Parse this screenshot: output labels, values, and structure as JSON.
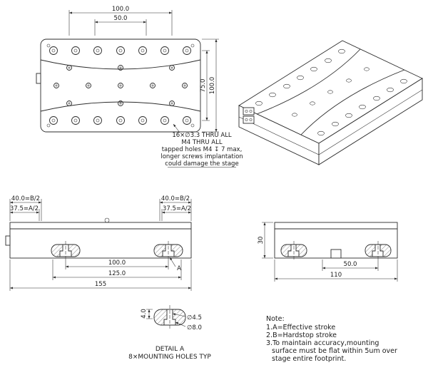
{
  "drawing": {
    "colors": {
      "line": "#2b2b2b",
      "background": "#ffffff"
    },
    "top_view": {
      "dim_width_100": "100.0",
      "dim_width_50": "50.0",
      "dim_height_75": "75.0",
      "dim_height_100": "100.0"
    },
    "hole_callout": {
      "line1": "16×∅3.3 THRU ALL",
      "line2": "M4 THRU ALL",
      "line3": "tapped holes M4 ↧ 7 max,",
      "line4": "longer screws implantation",
      "line5": "could damage the stage"
    },
    "front_view": {
      "dim_b_left": "40.0=B/2",
      "dim_a_left": "37.5=A/2",
      "dim_b_right": "40.0=B/2",
      "dim_a_right": "37.5=A/2",
      "dim_100": "100.0",
      "dim_125": "125.0",
      "dim_155": "155",
      "detail_label": "A"
    },
    "side_view": {
      "dim_30": "30",
      "dim_50": "50.0",
      "dim_110": "110"
    },
    "detail_a": {
      "dim_4": "4.0",
      "dim_d45": "∅4.5",
      "dim_d80": "∅8.0",
      "caption_line1": "DETAIL A",
      "caption_line2": "8×MOUNTING HOLES TYP"
    },
    "notes": {
      "title": "Note:",
      "line1": "1.A=Effective stroke",
      "line2": "2.B=Hardstop stroke",
      "line3": "3.To maintain accuracy,mounting",
      "line4": "surface must be flat within 5um over",
      "line5": "stage entire footprint."
    }
  }
}
